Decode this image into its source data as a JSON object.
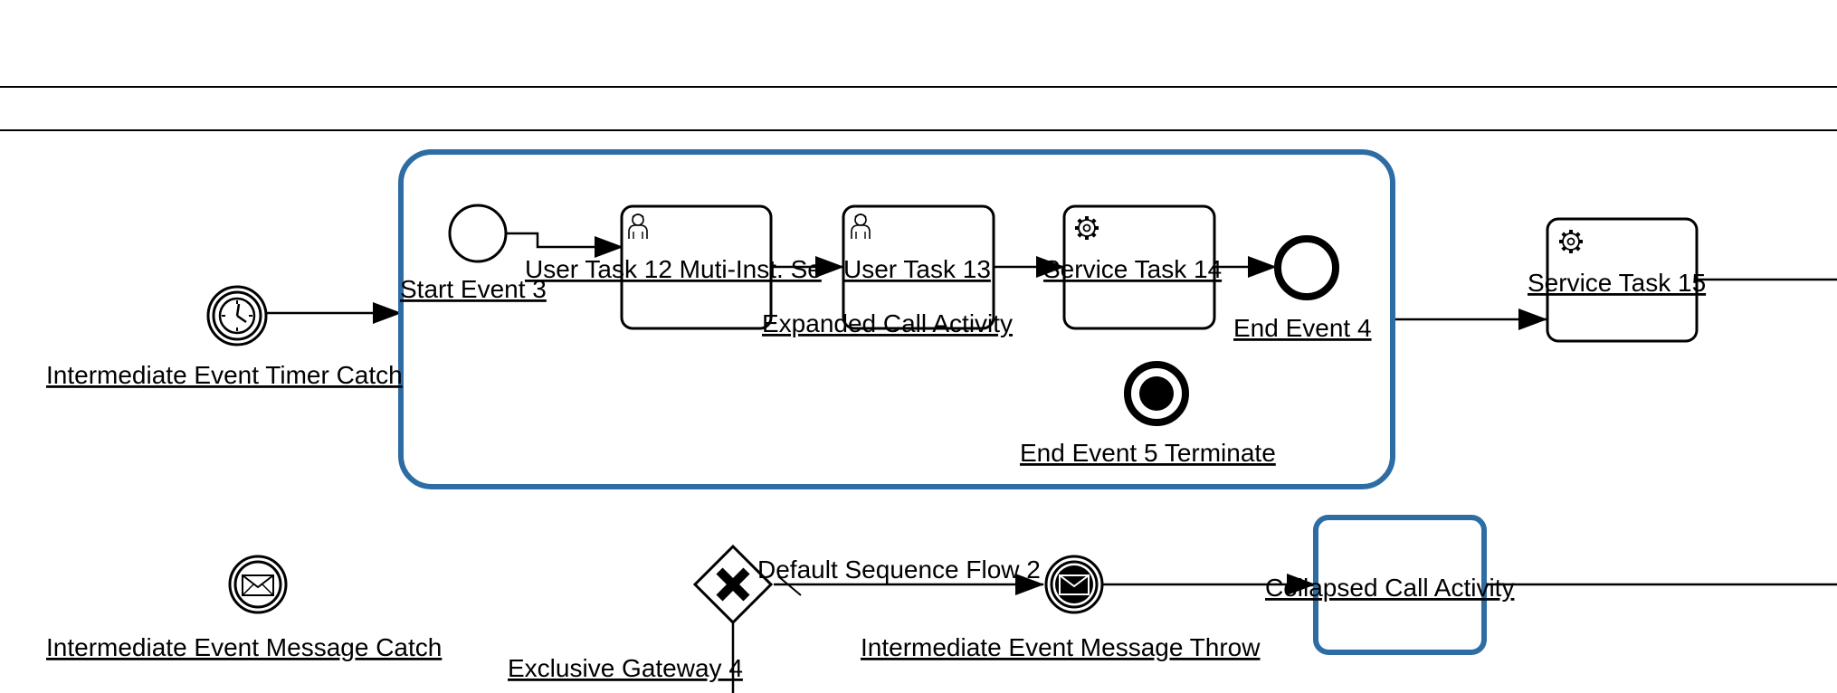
{
  "colors": {
    "activity_highlight": "#2e6da4",
    "stroke": "#000000",
    "background": "#ffffff"
  },
  "labels": {
    "timer_catch": "Intermediate Event Timer Catch",
    "start_event_3": "Start Event 3",
    "user_task_12": "User Task 12 Muti-Inst. Se",
    "user_task_13": "User Task 13",
    "service_task_14": "Service Task 14",
    "end_event_4": "End Event 4",
    "expanded_call_activity": "Expanded Call Activity",
    "end_event_5": "End Event 5 Terminate",
    "service_task_15": "Service Task 15",
    "message_catch": "Intermediate Event Message Catch",
    "exclusive_gateway_4": "Exclusive Gateway 4",
    "default_flow_2": "Default Sequence Flow 2",
    "message_throw": "Intermediate Event Message Throw",
    "collapsed_call_activity": "Collapsed Call Activity"
  },
  "icons": {
    "timer": "clock-icon",
    "user": "user-icon",
    "service": "gear-icon",
    "message": "envelope-icon",
    "gateway": "x-marker-icon"
  }
}
